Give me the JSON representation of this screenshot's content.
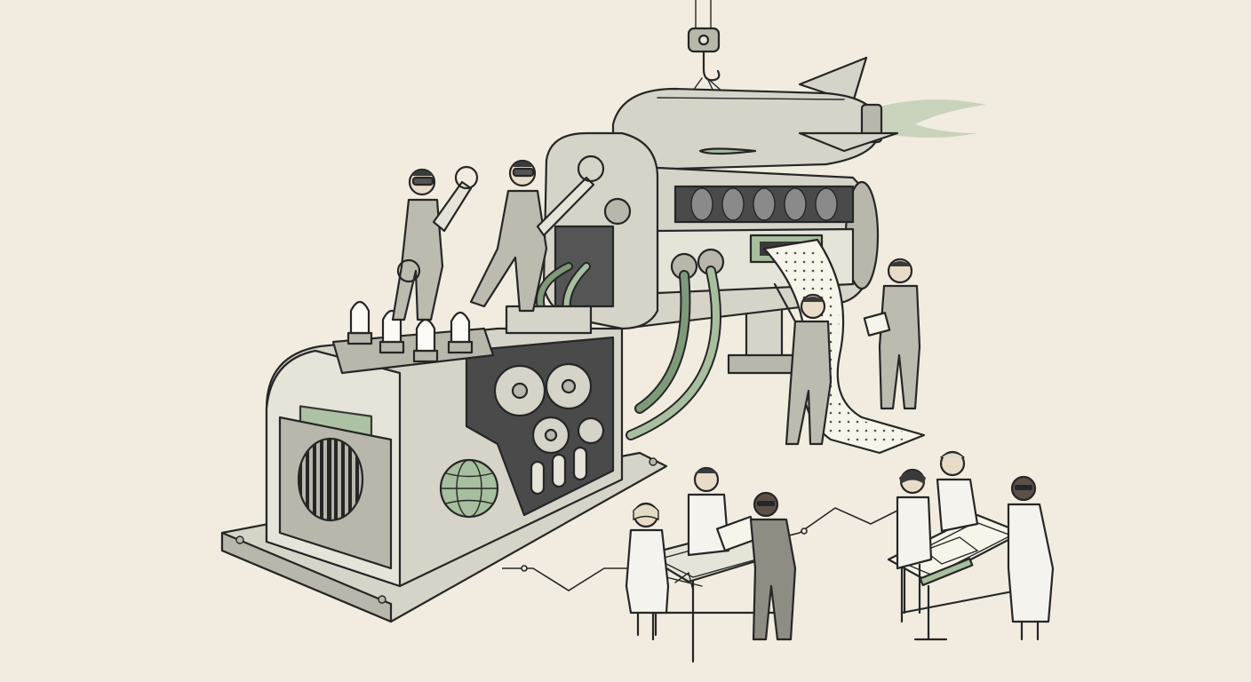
{
  "scene": {
    "palette": {
      "background": "#f1ecdf",
      "ink": "#262626",
      "metal": "#d6d3c8",
      "accent_green": "#a7bf9e",
      "flame": "#a7bf9e"
    },
    "elements": [
      "crane-hook",
      "rocket",
      "computer-machine",
      "vacuum-tubes",
      "gears",
      "globe-emblem",
      "cables",
      "punched-tape",
      "mechanics-with-wrenches",
      "engineers-reading-tape",
      "scientists-at-drafting-tables",
      "circuit-trace-lines"
    ]
  }
}
